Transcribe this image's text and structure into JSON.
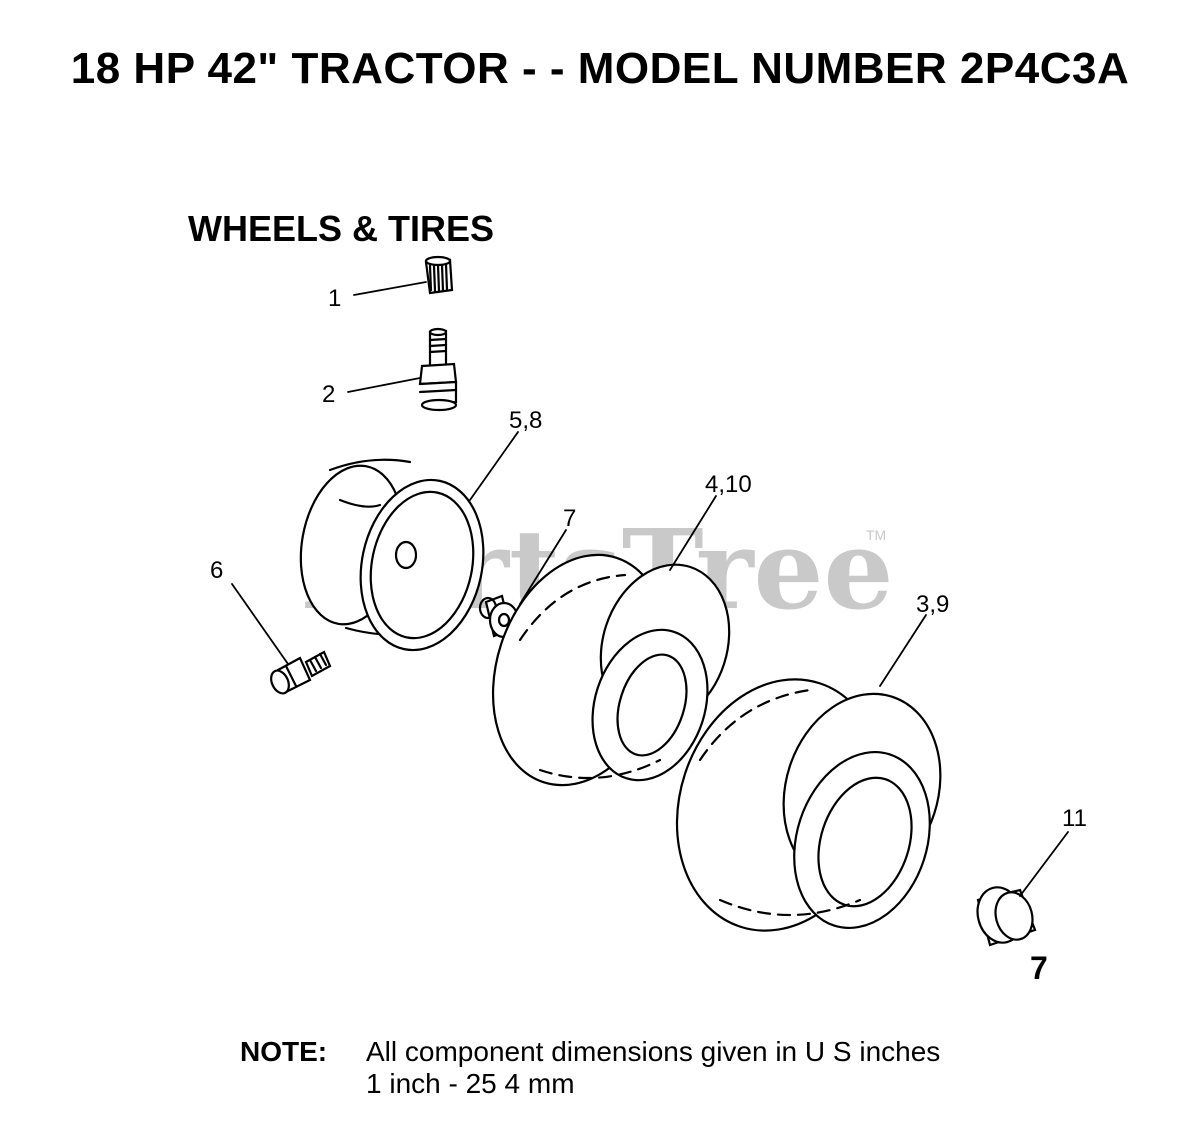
{
  "header": {
    "title": "18 HP 42\" TRACTOR - - MODEL NUMBER 2P4C3A"
  },
  "section": {
    "title": "WHEELS & TIRES"
  },
  "watermark": {
    "text": "PartsTree",
    "tm": "TM"
  },
  "callouts": [
    "1",
    "2",
    "5,8",
    "4,10",
    "7",
    "6",
    "3,9",
    "11"
  ],
  "page_number": "7",
  "note": {
    "label": "NOTE:",
    "line1": "All component dimensions given in U S  inches",
    "line2": "1 inch - 25 4 mm"
  },
  "icons": [
    "valve-cap-icon",
    "valve-stem-icon",
    "wheel-rim-icon",
    "bushing-icon",
    "grease-fitting-icon",
    "tire-icon",
    "inner-tube-icon",
    "hub-cap-icon"
  ]
}
